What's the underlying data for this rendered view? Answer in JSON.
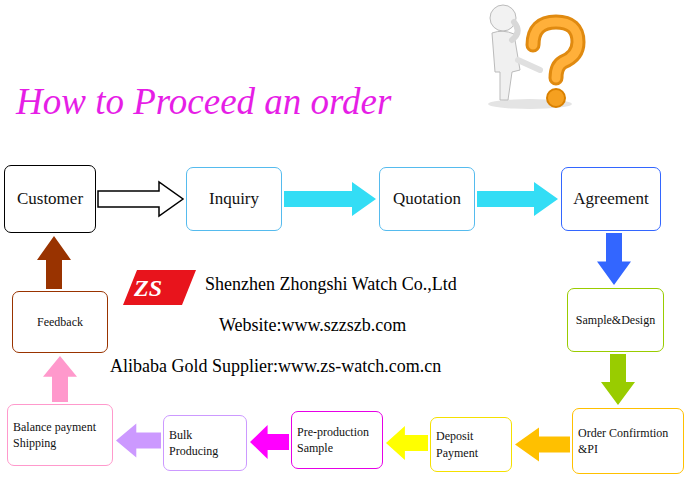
{
  "diagram": {
    "title": "How to Proceed an order",
    "nodes": [
      {
        "text": [
          "Customer"
        ]
      },
      {
        "text": [
          "Inquiry"
        ]
      },
      {
        "text": [
          "Quotation"
        ]
      },
      {
        "text": [
          "Agreement"
        ]
      },
      {
        "text": [
          "Sample&Design"
        ]
      },
      {
        "text": [
          "Order Confirmtion &PI"
        ]
      },
      {
        "text": [
          "Deposit Payment"
        ]
      },
      {
        "text": [
          "Pre-production Sample"
        ]
      },
      {
        "text": [
          "Bulk Producing"
        ]
      },
      {
        "text": [
          "Balance payment Shipping"
        ]
      },
      {
        "text": [
          "Feedback"
        ]
      }
    ],
    "edges": [
      {
        "from": 0,
        "to": 1,
        "arrow": "to"
      },
      {
        "from": 1,
        "to": 2,
        "arrow": "to"
      },
      {
        "from": 2,
        "to": 3,
        "arrow": "to"
      },
      {
        "from": 3,
        "to": 4,
        "arrow": "to"
      },
      {
        "from": 4,
        "to": 5,
        "arrow": "to"
      },
      {
        "from": 5,
        "to": 6,
        "arrow": "to"
      },
      {
        "from": 6,
        "to": 7,
        "arrow": "to"
      },
      {
        "from": 7,
        "to": 8,
        "arrow": "to"
      },
      {
        "from": 8,
        "to": 9,
        "arrow": "to"
      },
      {
        "from": 9,
        "to": 10,
        "arrow": "to"
      },
      {
        "from": 10,
        "to": 0,
        "arrow": "to"
      }
    ],
    "labels": [
      "ZS",
      "Shenzhen Zhongshi Watch Co.,Ltd",
      "Website:www.szzszb.com",
      "Alibaba Gold Supplier:www.zs-watch.com.cn"
    ]
  }
}
